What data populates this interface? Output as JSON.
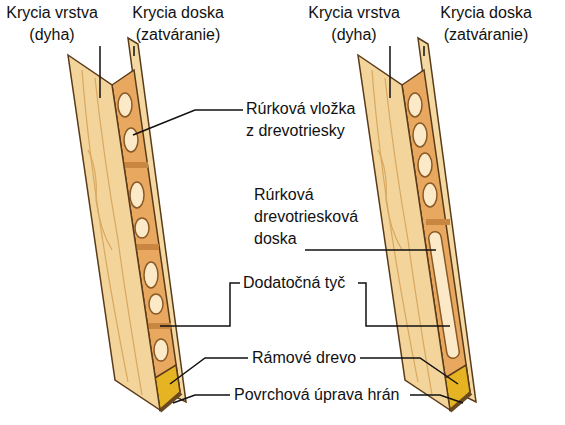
{
  "diagram": {
    "labels": [
      "Krycia vrstva (dyha)",
      "Krycia doska (zatváranie)",
      "Krycia vrstva (dyha)",
      "Krycia doska (zatváranie)",
      "Rúrková vložka z drevotriesky",
      "Rúrková drevotriesková doska",
      "Dodatočná tyč",
      "Rámové drevo",
      "Povrchová úprava hrán"
    ]
  }
}
